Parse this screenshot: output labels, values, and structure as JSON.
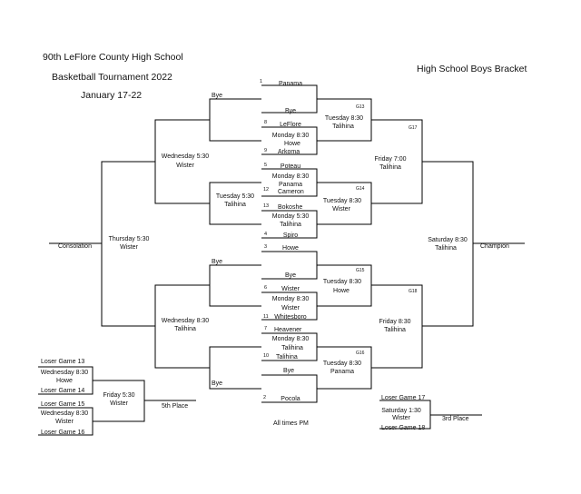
{
  "header": {
    "title_line1": "90th LeFlore County High School",
    "title_line2": "Basketball Tournament 2022",
    "dates": "January  17-22",
    "bracket_name": "High School Boys Bracket"
  },
  "first_round": [
    {
      "seed": "1",
      "team": "Panama"
    },
    {
      "seed": "",
      "team": "Bye"
    },
    {
      "seed": "8",
      "team": "LeFlore"
    },
    {
      "seed": "9",
      "team": "Arkoma"
    },
    {
      "seed": "5",
      "team": "Poteau"
    },
    {
      "seed": "12",
      "team": "Cameron"
    },
    {
      "seed": "13",
      "team": "Bokoshe"
    },
    {
      "seed": "4",
      "team": "Spiro"
    },
    {
      "seed": "3",
      "team": "Howe"
    },
    {
      "seed": "",
      "team": "Bye"
    },
    {
      "seed": "6",
      "team": "Wister"
    },
    {
      "seed": "11",
      "team": "Whitesboro"
    },
    {
      "seed": "7",
      "team": "Heavener"
    },
    {
      "seed": "10",
      "team": "Talihina"
    },
    {
      "seed": "",
      "team": "Bye"
    },
    {
      "seed": "2",
      "team": "Pocola"
    }
  ],
  "first_round_games": [
    {
      "time": "Monday  8:30",
      "winner": "Howe"
    },
    {
      "time": "Monday  8:30",
      "winner": "Panama"
    },
    {
      "time": "Monday  5:30",
      "winner": "Talihina"
    },
    {
      "time": "Monday  8:30",
      "winner": "Wister"
    },
    {
      "time": "Monday  8:30",
      "winner": "Talihina"
    }
  ],
  "right_games": [
    {
      "id": "G13",
      "time": "Tuesday  8:30",
      "winner": "Talihina"
    },
    {
      "id": "G14",
      "time": "Tuesday  8:30",
      "winner": "Wister"
    },
    {
      "id": "G15",
      "time": "Tuesday  8:30",
      "winner": "Howe"
    },
    {
      "id": "G16",
      "time": "Tuesday  8:30",
      "winner": "Panama"
    },
    {
      "id": "G17",
      "time": "Friday  7:00",
      "winner": "Talihina"
    },
    {
      "id": "G18",
      "time": "Friday  8:30",
      "winner": "Talihina"
    },
    {
      "time": "Saturday  8:30",
      "winner": "Talihina"
    }
  ],
  "champion_label": "Champion",
  "left_games": {
    "bye_labels": [
      "Bye",
      "Bye",
      "Bye"
    ],
    "tuesday": {
      "time": "Tuesday  5:30",
      "winner": "Talihina"
    },
    "wed_top": {
      "time": "Wednesday  5:30",
      "winner": "Wister"
    },
    "wed_bottom": {
      "time": "Wednesday  8:30",
      "winner": "Talihina"
    },
    "thursday": {
      "time": "Thursday  5:30",
      "winner": "Wister"
    },
    "consolation_label": "Consolation"
  },
  "fifth_place": {
    "labels": [
      "Loser Game 13",
      "Loser Game 14",
      "Loser Game 15",
      "Loser Game 16"
    ],
    "games": [
      {
        "time": "Wednesday  8:30",
        "winner": "Howe"
      },
      {
        "time": "Wednesday  8:30",
        "winner": "Wister"
      }
    ],
    "final": {
      "time": "Friday  5:30",
      "winner": "Wister"
    },
    "place_label": "5th Place"
  },
  "third_place": {
    "labels": [
      "Loser Game 17",
      "Loser Game 18"
    ],
    "game": {
      "time": "Saturday  1:30",
      "winner": "Wister"
    },
    "place_label": "3rd Place"
  },
  "footer": "All times PM"
}
